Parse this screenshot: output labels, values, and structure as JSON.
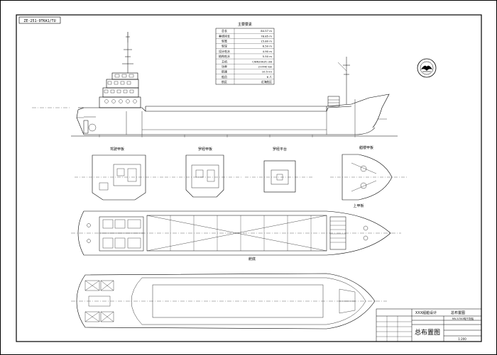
{
  "drawing_code": "ZE-251-9TKA1/TU",
  "particulars_title": "主要要素",
  "particulars": [
    {
      "label": "总长",
      "value": "84.57 m"
    },
    {
      "label": "垂线间长",
      "value": "78.85 m"
    },
    {
      "label": "型宽",
      "value": "15.80 m"
    },
    {
      "label": "型深",
      "value": "6.50 m"
    },
    {
      "label": "设计吃水",
      "value": "4.90 m"
    },
    {
      "label": "结构吃水",
      "value": "5.50 m"
    },
    {
      "label": "主机",
      "value": "CW6200ZC-2B"
    },
    {
      "label": "功率",
      "value": "2×440 kw"
    },
    {
      "label": "航速",
      "value": "10.5 kn"
    },
    {
      "label": "船员",
      "value": "6 人"
    },
    {
      "label": "航区",
      "value": "近海航区"
    }
  ],
  "plan_labels": {
    "bridge_deck": "驾驶甲板",
    "nav_deck": "罗经甲板",
    "compass_deck": "罗经平台",
    "forecastle_deck": "艏楼甲板",
    "upper_deck": "上甲板",
    "hold": "舱底"
  },
  "title_block": {
    "company": "XXX船舶设计",
    "title_top": "总布置图",
    "vessel": "MV-5700吨干货船",
    "drawing_name": "总布置图",
    "scale": "1:200"
  }
}
